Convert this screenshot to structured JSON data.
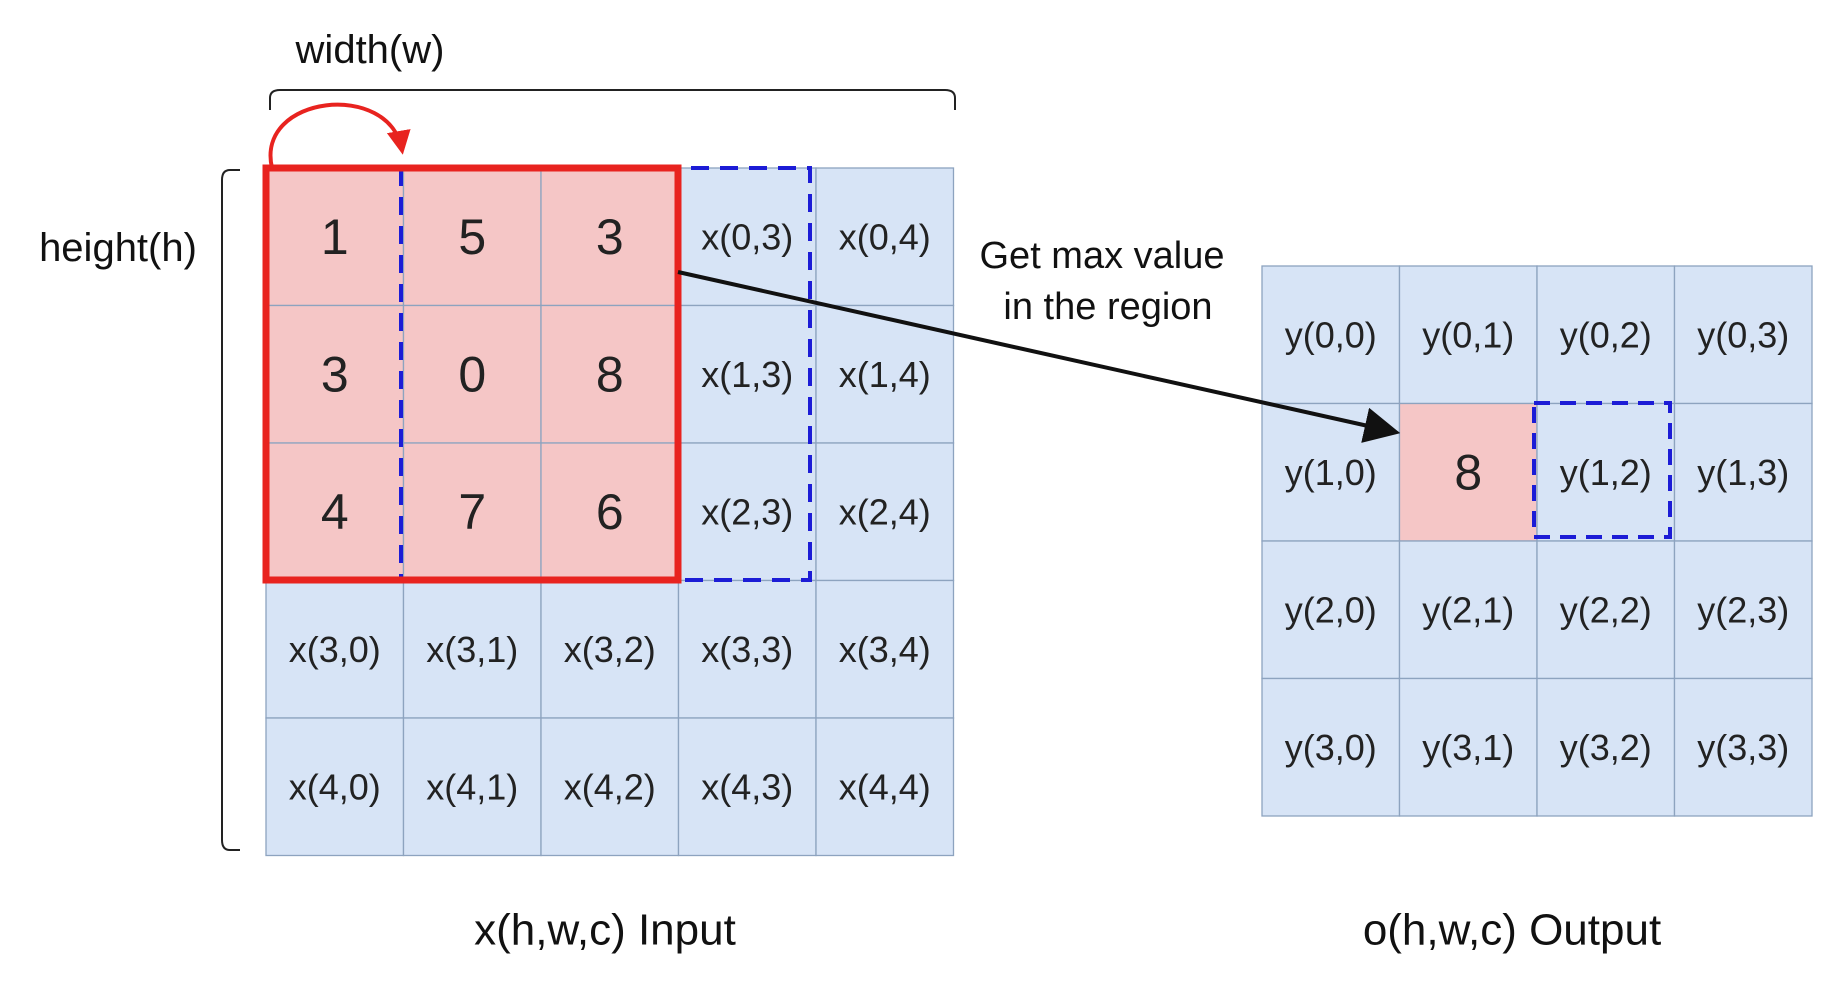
{
  "labels": {
    "width": "width(w)",
    "height": "height(h)",
    "annotation_line1": "Get max value",
    "annotation_line2": "in the region",
    "input_caption": "x(h,w,c) Input",
    "output_caption": "o(h,w,c) Output"
  },
  "input_grid": [
    [
      "1",
      "5",
      "3",
      "x(0,3)",
      "x(0,4)"
    ],
    [
      "3",
      "0",
      "8",
      "x(1,3)",
      "x(1,4)"
    ],
    [
      "4",
      "7",
      "6",
      "x(2,3)",
      "x(2,4)"
    ],
    [
      "x(3,0)",
      "x(3,1)",
      "x(3,2)",
      "x(3,3)",
      "x(3,4)"
    ],
    [
      "x(4,0)",
      "x(4,1)",
      "x(4,2)",
      "x(4,3)",
      "x(4,4)"
    ]
  ],
  "output_grid": [
    [
      "y(0,0)",
      "y(0,1)",
      "y(0,2)",
      "y(0,3)"
    ],
    [
      "y(1,0)",
      "8",
      "y(1,2)",
      "y(1,3)"
    ],
    [
      "y(2,0)",
      "y(2,1)",
      "y(2,2)",
      "y(2,3)"
    ],
    [
      "y(3,0)",
      "y(3,1)",
      "y(3,2)",
      "y(3,3)"
    ]
  ],
  "colors": {
    "cell_fill": "#d7e4f6",
    "cell_border": "#8da3bf",
    "window_fill": "#f5c6c6",
    "pool_window_stroke": "#e8231f",
    "next_window_stroke": "#1c1cd6",
    "arrow": "#111111"
  }
}
